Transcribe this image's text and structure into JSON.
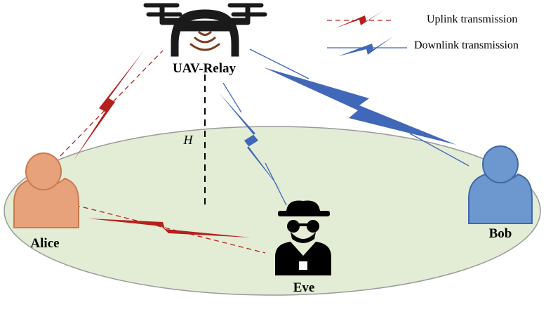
{
  "labels": {
    "relay": "UAV-Relay",
    "alice": "Alice",
    "bob": "Bob",
    "eve": "Eve",
    "height": "H"
  },
  "legend": {
    "uplink": "Uplink transmission",
    "downlink": "Downlink transmission"
  },
  "colors": {
    "uplink": "#b5201d",
    "downlink": "#4167b8",
    "ground": "#e3ecd5",
    "alice": "#e8a27b",
    "bob": "#6c97cf",
    "eve": "#000000",
    "drone": "#1a1a1a",
    "signal_waves": "#7a3c1e"
  },
  "icons": {
    "relay": "drone-icon",
    "alice": "user-icon",
    "bob": "user-icon",
    "eve": "spy-icon"
  }
}
